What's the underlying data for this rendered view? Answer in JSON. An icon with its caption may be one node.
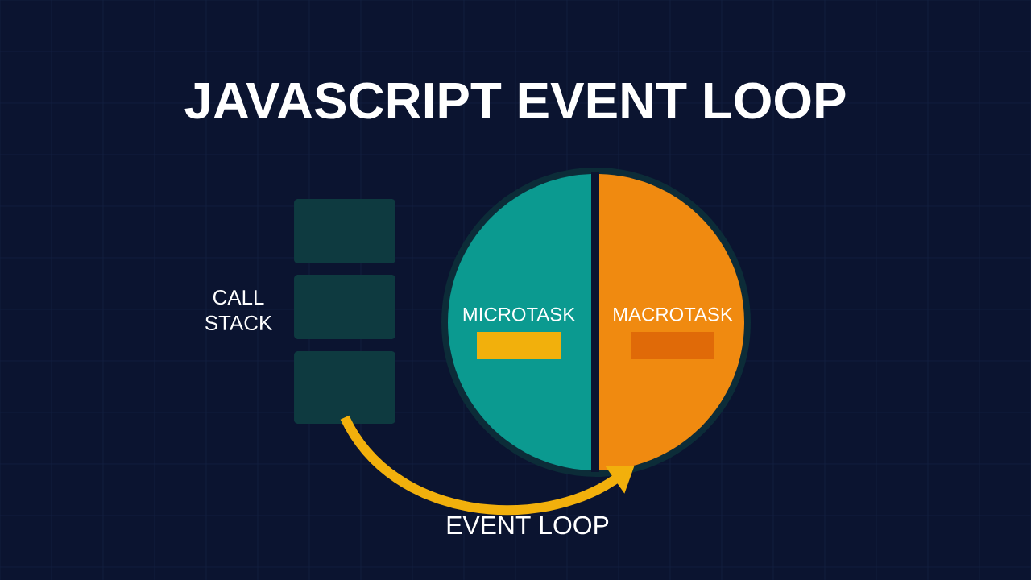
{
  "diagram": {
    "title": "JAVASCRIPT EVENT LOOP",
    "nodes": [
      {
        "text": [],
        "shape": "box"
      },
      {
        "text": [],
        "shape": "box"
      },
      {
        "text": [],
        "shape": "box"
      },
      {
        "text": [
          "MICROTASK"
        ]
      },
      {
        "text": [],
        "shape": "bar",
        "in": 3
      },
      {
        "text": [
          "MACROTASK"
        ]
      },
      {
        "text": [],
        "shape": "bar",
        "in": 5
      }
    ],
    "edges": [
      {
        "from": 2,
        "to": 5,
        "arrow": "to",
        "label": "EVENT LOOP"
      }
    ],
    "labels": [
      "CALL STACK"
    ]
  }
}
